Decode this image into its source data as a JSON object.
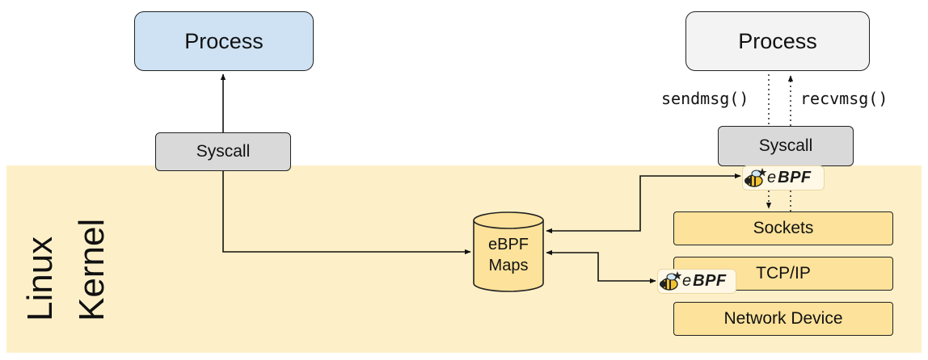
{
  "kernel": {
    "line1": "Linux",
    "line2": "Kernel"
  },
  "left": {
    "process_label": "Process",
    "syscall_label": "Syscall"
  },
  "right": {
    "process_label": "Process",
    "syscall_label": "Syscall",
    "send_label": "sendmsg()",
    "recv_label": "recvmsg()"
  },
  "maps": {
    "label": "eBPF\nMaps"
  },
  "stack": {
    "sockets": "Sockets",
    "tcpip": "TCP/IP",
    "netdev": "Network Device"
  },
  "badges": [
    {
      "label": "BPF",
      "icon": "bee-icon"
    },
    {
      "label": "BPF",
      "icon": "bee-icon"
    }
  ],
  "colors": {
    "kernel_bg": "#fdf0c9",
    "process_left": "#cfe2f3",
    "process_right": "#f3f3f3",
    "syscall": "#d9d9d9",
    "layer": "#fce29a"
  }
}
